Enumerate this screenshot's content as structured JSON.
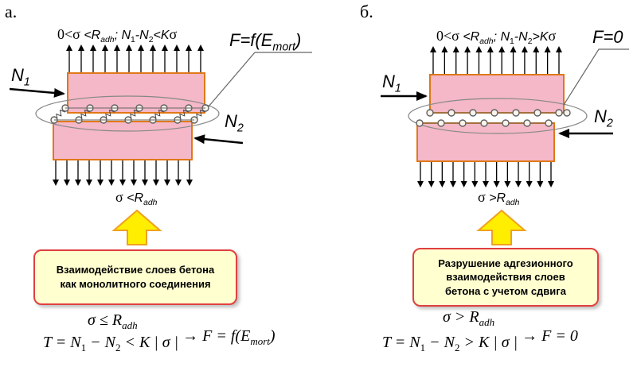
{
  "panel_a": {
    "label": "а.",
    "top_condition": {
      "lead": "0<",
      "sigma": "σ",
      "r": "<R",
      "r_sub": "adh",
      "n": "; N",
      "n1_sub": "1",
      "dash": "-N",
      "n2_sub": "2",
      "k": "<K",
      "sigma2": "σ"
    },
    "n1": {
      "letter": "N",
      "sub": "1"
    },
    "n2": {
      "letter": "N",
      "sub": "2"
    },
    "f": {
      "lead": "F=f(E",
      "sub": "mort",
      "tail": ")"
    },
    "bottom_condition": {
      "sigma": "σ",
      "r": "<R",
      "sub": "adh"
    },
    "caption_lines": [
      "Взаимодействие слоев бетона",
      "как монолитного соединения"
    ],
    "formula_line1": {
      "sigma": "σ ≤ R",
      "sub": "adh"
    },
    "formula_line2": {
      "lead": "T = N",
      "s1": "1",
      "mid": " − N",
      "s2": "2",
      "tail": " < K | σ |",
      "arrow": "→ F = f(E",
      "s3": "mort",
      "end": ")"
    }
  },
  "panel_b": {
    "label": "б.",
    "top_condition": {
      "lead": "0<",
      "sigma": "σ",
      "r": "<R",
      "r_sub": "adh",
      "n": "; N",
      "n1_sub": "1",
      "dash": "-N",
      "n2_sub": "2",
      "k": ">K",
      "sigma2": "σ"
    },
    "n1": {
      "letter": "N",
      "sub": "1"
    },
    "n2": {
      "letter": "N",
      "sub": "2"
    },
    "f": {
      "lead": "F=0"
    },
    "bottom_condition": {
      "sigma": "σ",
      "r": ">R",
      "sub": "adh"
    },
    "caption_lines": [
      "Разрушение адгезионного",
      "взаимодействия слоев",
      "бетона с учетом сдвига"
    ],
    "formula_line1": {
      "sigma": "σ > R",
      "sub": "adh"
    },
    "formula_line2": {
      "lead": "T = N",
      "s1": "1",
      "mid": " − N",
      "s2": "2",
      "tail": " > K | σ |",
      "arrow": "→ F = 0"
    }
  },
  "colors": {
    "block_fill": "#f4b8c8",
    "block_border": "#e07818",
    "node_fill": "#f8f4ec",
    "node_stroke": "#606060",
    "arrow_fill": "#ffee00",
    "arrow_stroke": "#f0a020",
    "caption_border": "#e04040",
    "caption_fill": "#ffffd0"
  }
}
